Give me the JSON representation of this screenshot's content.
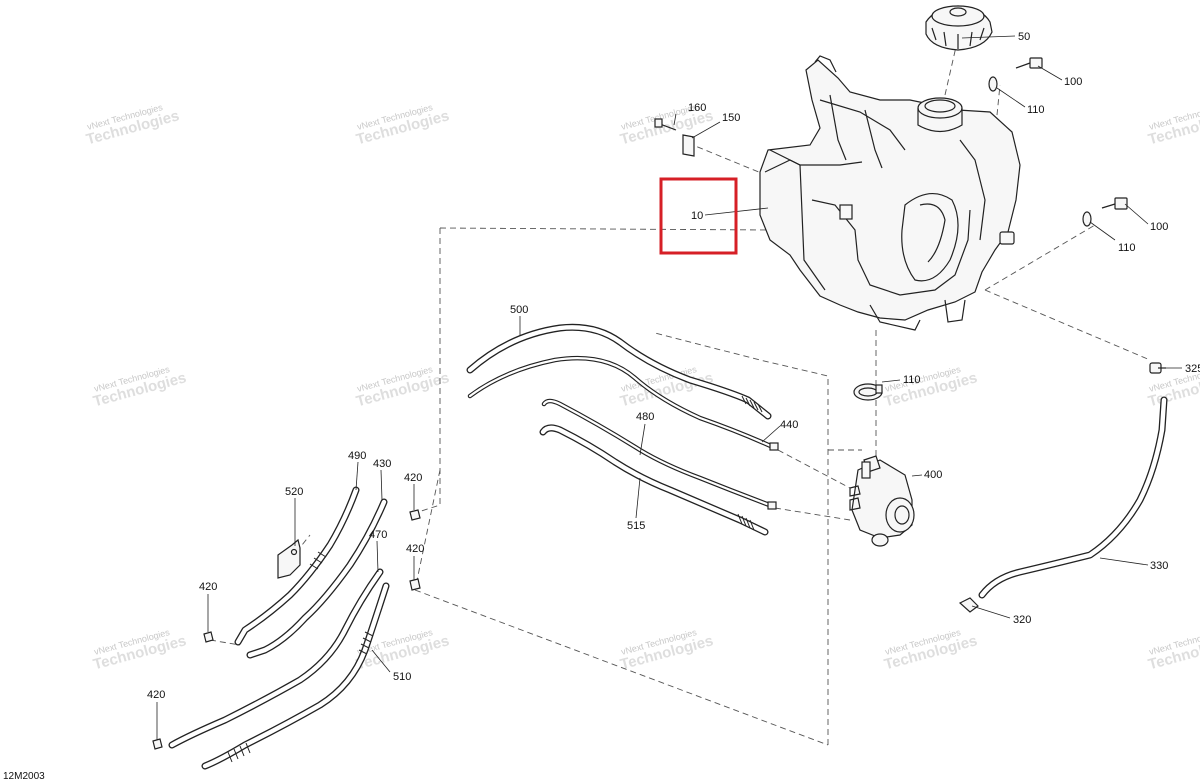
{
  "drawing_code": "12M2003",
  "watermark": {
    "line1": "vNext Technologies",
    "line2": "Technologies"
  },
  "highlight": {
    "color": "#d61f26"
  },
  "callouts": {
    "c10": "10",
    "c50": "50",
    "c100a": "100",
    "c100b": "100",
    "c110a": "110",
    "c110b": "110",
    "c110c": "110",
    "c150": "150",
    "c160": "160",
    "c320": "320",
    "c325": "325",
    "c330": "330",
    "c400": "400",
    "c420a": "420",
    "c420b": "420",
    "c420c": "420",
    "c420d": "420",
    "c430": "430",
    "c440": "440",
    "c470": "470",
    "c480": "480",
    "c490": "490",
    "c500": "500",
    "c510": "510",
    "c515": "515",
    "c520": "520"
  }
}
